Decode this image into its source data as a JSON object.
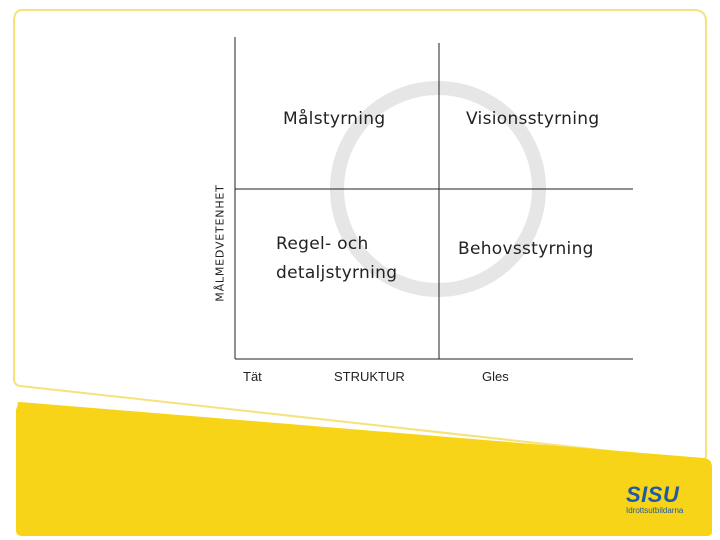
{
  "diagram": {
    "y_axis_label": "MÅLMEDVETENHET",
    "x_axis_label": "STRUKTUR",
    "x_left_label": "Tät",
    "x_right_label": "Gles",
    "quadrants": {
      "top_left": "Målstyrning",
      "top_right": "Visionsstyrning",
      "bottom_left_line1": "Regel- och",
      "bottom_left_line2": "detaljstyrning",
      "bottom_right": "Behovsstyrning"
    }
  },
  "logo": {
    "word": "SISU",
    "subtitle": "Idrottsutbildarna"
  },
  "colors": {
    "accent_yellow": "#f7d417",
    "circle_gray": "#e6e6e6",
    "logo_blue": "#1e5aa8"
  }
}
